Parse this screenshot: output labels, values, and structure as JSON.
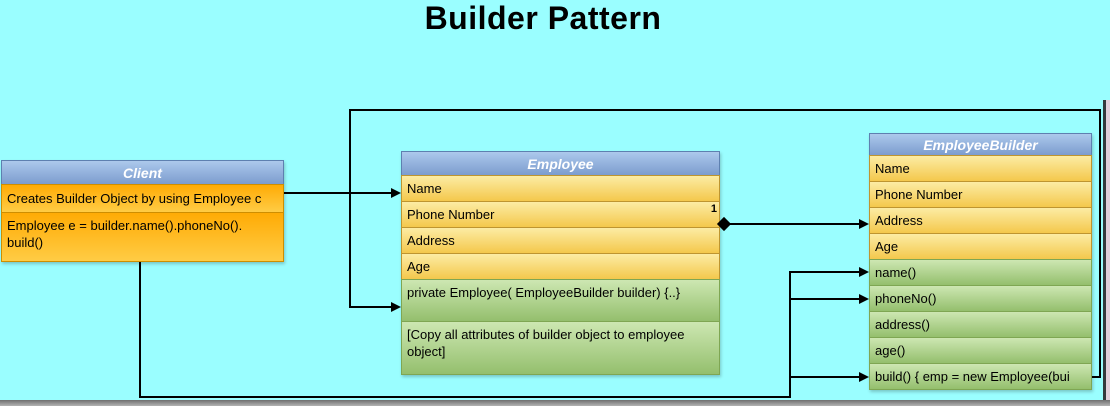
{
  "title": "Builder Pattern",
  "colors": {
    "background": "#9AFEFF",
    "header_gradient_top": "#ACC9EC",
    "header_gradient_bottom": "#7C9CCE",
    "attribute_gradient_top": "#FCECA4",
    "attribute_gradient_bottom": "#F4C84C",
    "method_gradient_top": "#CDE7B2",
    "method_gradient_bottom": "#94BF6D",
    "client_gradient_top": "#FFAB05",
    "client_gradient_bottom": "#FFCC45",
    "connector": "#000000"
  },
  "client": {
    "title": "Client",
    "rows": [
      "Creates Builder Object by using Employee c",
      "Employee e = builder.name().phoneNo().\nbuild()"
    ]
  },
  "employee": {
    "title": "Employee",
    "attributes": [
      "Name",
      "Phone Number",
      "Address",
      "Age"
    ],
    "methods": [
      "private Employee( EmployeeBuilder builder) {..}",
      "[Copy all attributes of builder object to employee\nobject]"
    ]
  },
  "employee_builder": {
    "title": "EmployeeBuilder",
    "attributes": [
      "Name",
      "Phone Number",
      "Address",
      "Age"
    ],
    "methods": [
      "name()",
      "phoneNo()",
      "address()",
      "age()",
      "build() { emp = new Employee(bui"
    ]
  },
  "edges": {
    "multiplicity": "1"
  }
}
